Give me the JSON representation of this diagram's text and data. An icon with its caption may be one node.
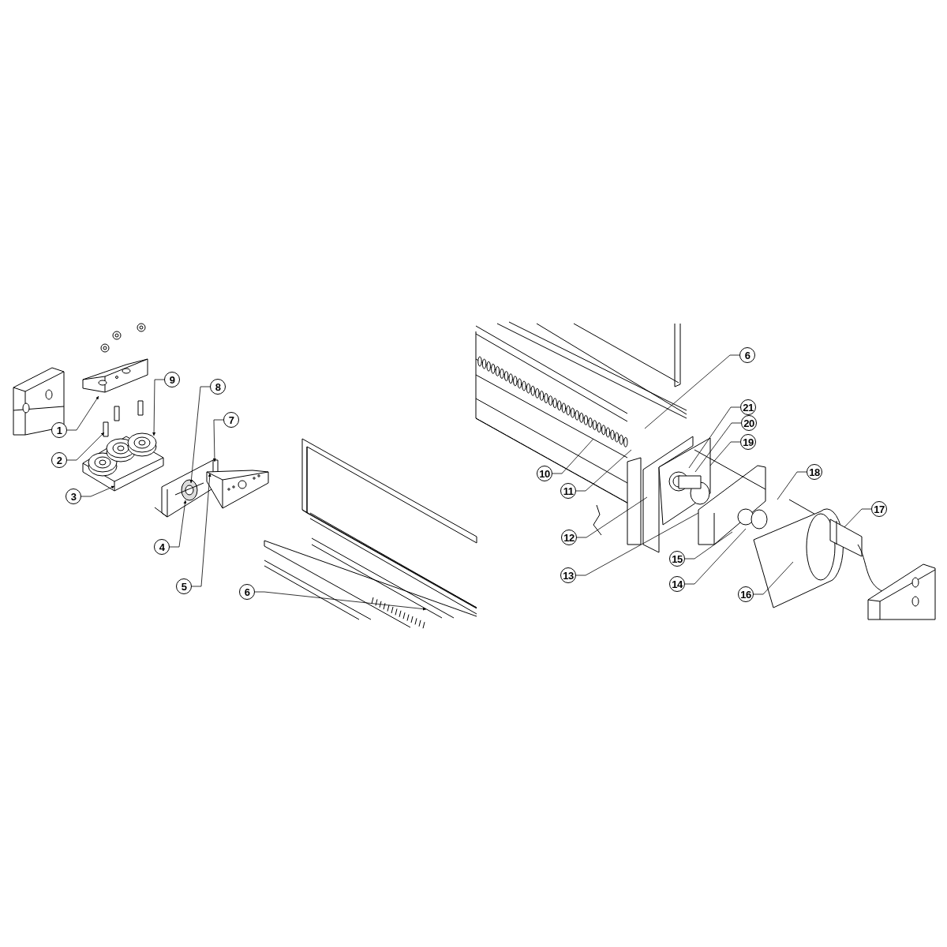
{
  "diagram": {
    "nodes": [
      {
        "text": [
          "1"
        ]
      },
      {
        "text": [
          "2"
        ]
      },
      {
        "text": [
          "3"
        ]
      },
      {
        "text": [
          "4"
        ]
      },
      {
        "text": [
          "5"
        ]
      },
      {
        "text": [
          "6"
        ]
      },
      {
        "text": [
          "7"
        ]
      },
      {
        "text": [
          "8"
        ]
      },
      {
        "text": [
          "9"
        ]
      },
      {
        "text": [
          "10"
        ]
      },
      {
        "text": [
          "11"
        ]
      },
      {
        "text": [
          "12"
        ]
      },
      {
        "text": [
          "13"
        ]
      },
      {
        "text": [
          "6"
        ]
      },
      {
        "text": [
          "21"
        ]
      },
      {
        "text": [
          "20"
        ]
      },
      {
        "text": [
          "19"
        ]
      },
      {
        "text": [
          "18"
        ]
      },
      {
        "text": [
          "17"
        ]
      },
      {
        "text": [
          "15"
        ]
      },
      {
        "text": [
          "14"
        ]
      },
      {
        "text": [
          "16"
        ]
      }
    ],
    "edges": [
      {
        "from": 0,
        "to": null,
        "arrow": "to"
      },
      {
        "from": 1,
        "to": null,
        "arrow": "to"
      },
      {
        "from": 2,
        "to": null,
        "arrow": "to"
      },
      {
        "from": 3,
        "to": null,
        "arrow": "to"
      },
      {
        "from": 4,
        "to": null,
        "arrow": "to"
      },
      {
        "from": 5,
        "to": null,
        "arrow": "to"
      },
      {
        "from": 6,
        "to": null,
        "arrow": "to"
      },
      {
        "from": 7,
        "to": null,
        "arrow": "to"
      },
      {
        "from": 8,
        "to": null,
        "arrow": "to"
      },
      {
        "from": 9,
        "to": null,
        "arrow": "none"
      },
      {
        "from": 10,
        "to": null,
        "arrow": "none"
      },
      {
        "from": 11,
        "to": null,
        "arrow": "none"
      },
      {
        "from": 12,
        "to": null,
        "arrow": "none"
      },
      {
        "from": 13,
        "to": null,
        "arrow": "none"
      },
      {
        "from": 14,
        "to": null,
        "arrow": "none"
      },
      {
        "from": 15,
        "to": null,
        "arrow": "none"
      },
      {
        "from": 16,
        "to": null,
        "arrow": "none"
      },
      {
        "from": 17,
        "to": null,
        "arrow": "none"
      },
      {
        "from": 18,
        "to": null,
        "arrow": "none"
      },
      {
        "from": 19,
        "to": null,
        "arrow": "none"
      },
      {
        "from": 20,
        "to": null,
        "arrow": "none"
      },
      {
        "from": 21,
        "to": null,
        "arrow": "none"
      }
    ]
  }
}
